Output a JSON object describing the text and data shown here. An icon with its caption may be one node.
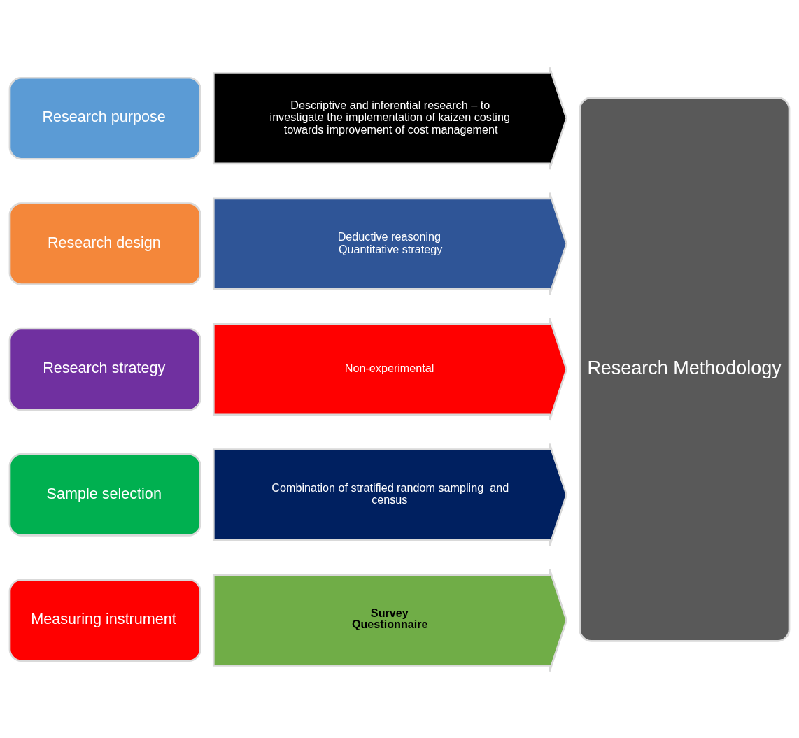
{
  "diagram": {
    "nodes": [
      {
        "text": [
          "Research purpose"
        ]
      },
      {
        "text": [
          "Descriptive and inferential research – to investigate the implementation of kaizen costing towards improvement of cost management"
        ]
      },
      {
        "text": [
          "Research design"
        ]
      },
      {
        "text": [
          "Deductive reasoning",
          "Quantitative strategy"
        ]
      },
      {
        "text": [
          "Research strategy"
        ]
      },
      {
        "text": [
          "Non-experimental"
        ]
      },
      {
        "text": [
          "Sample selection"
        ]
      },
      {
        "text": [
          "Combination of stratified random sampling  and census"
        ]
      },
      {
        "text": [
          "Measuring instrument"
        ]
      },
      {
        "text": [
          "Survey",
          "Questionnaire"
        ]
      },
      {
        "text": [
          "Research Methodology"
        ]
      }
    ],
    "edges": []
  }
}
